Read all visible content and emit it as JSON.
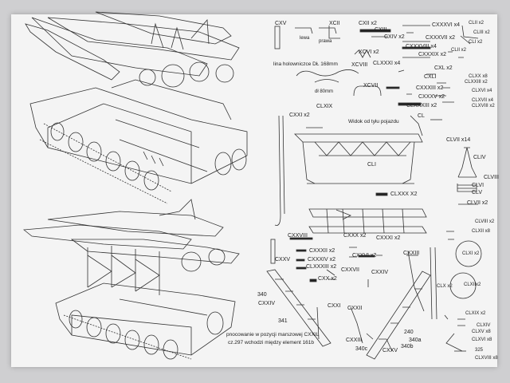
{
  "labels": {
    "cxv": "CXV",
    "xcii": "XCII",
    "lewa": "lewa",
    "prawa": "prawa",
    "cxii_x2": "CXII x2",
    "cxiii": "CXIII",
    "cxiv_x2": "CXIV x2",
    "cxxxvi_x4": "CXXXVI x4",
    "cxxxvii_x2": "CXXXVII x2",
    "cxxxviii_x4": "CXXXVIII x4",
    "cxxxix_x2": "CXXXIX x2",
    "clxxxi_x4": "CLXXXI x4",
    "clii_x2": "CLII x2",
    "cliii_x2": "CLIII x2",
    "cli_x2": "CLI x2",
    "clii_x2b": "CLII x2",
    "xcvi_x2": "XCVI x2",
    "lina": "lina holowniczce DŁ 168mm",
    "xcviii": "XCVIII",
    "cxl_x2": "CXL x2",
    "cxli": "CXLI",
    "xcvii": "XCVII",
    "cxxxiii_x2": "CXXXIII x2",
    "cxxxv_x2": "CXXXV x2",
    "clxxxiii_x2": "CLXXXIII x2",
    "clxx_x8": "CLXX x8",
    "clxxiii_x2": "CLXXIII x2",
    "clxvi_x4": "CLXVI x4",
    "clxvii_x4": "CLXVII x4",
    "clxviii_x2": "CLXVIII x2",
    "dl80": "dł 80mm",
    "clxix": "CLXIX",
    "cxxi_x2": "CXXI x2",
    "widok": "Widok od tyłu pojazdu",
    "cl": "CL",
    "clvii_x14": "CLVII x14",
    "cliv": "CLIV",
    "clviii": "CLVIII",
    "clvi": "CLVI",
    "clv": "CLV",
    "clvii_x2": "CLVII x2",
    "cli": "CLI",
    "clxxx_x2": "CLXXX X2",
    "clviii_x2": "CLVIII x2",
    "clxii_x8": "CLXII x8",
    "clxi_x2": "CLXI x2",
    "cxxviii": "CXXVIII",
    "cxxx_x2": "CXXX x2",
    "cxxxi_x2": "CXXXI x2",
    "cxxxii_x2": "CXXXII x2",
    "cxxxiv_x2": "CXXXIV x2",
    "clxxxiii_x2b": "CLXXXIII x2",
    "cxxvi_x2": "CXXVI x2",
    "cxxvii": "CXXVII",
    "cxxiii": "CXXIII",
    "cxxiv": "CXXIV",
    "cxx_x2": "CXX x2",
    "cxxv": "CXXV",
    "clx_x2": "CLX x2",
    "clxii_x2": "CLXIIx2",
    "cxxii": "CXXII",
    "cxxi": "CXXI",
    "n340": "340",
    "n341": "341",
    "cxxiv_b": "CXXIV",
    "cxxiii_b": "CXXIII",
    "n340c": "340c",
    "cxxv_b": "CXXV",
    "n240": "240",
    "n340a": "340a",
    "n340b": "340b",
    "clxix_x2": "CLXIX x2",
    "clxiv": "CLXIV",
    "clxv_x8": "CLXV x8",
    "clxvi_x8": "CLXVI x8",
    "n325": "325",
    "clxviii_x8": "CLXVIII x8",
    "note_line1": "pnocowanie w pozycji marszowej   CXXIL",
    "note_line2": "cz.297  wchodzi między element 161b"
  }
}
